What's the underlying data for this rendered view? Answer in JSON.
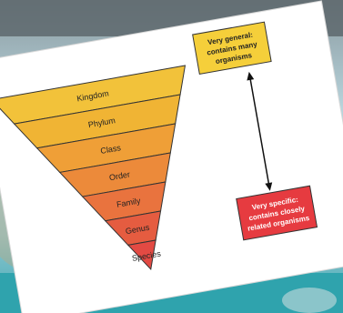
{
  "diagram": {
    "levels": [
      {
        "label": "Kingdom",
        "color": "#f2c23a"
      },
      {
        "label": "Phylum",
        "color": "#f0b434"
      },
      {
        "label": "Class",
        "color": "#ef9f37"
      },
      {
        "label": "Order",
        "color": "#ec8a3a"
      },
      {
        "label": "Family",
        "color": "#e9733e"
      },
      {
        "label": "Genus",
        "color": "#e55c40"
      },
      {
        "label": "Species",
        "color": "#e34a43"
      }
    ],
    "general_box": {
      "lines": [
        "Very general:",
        "contains many",
        "organisms"
      ],
      "color": "#f5cf3a"
    },
    "specific_box": {
      "lines": [
        "Very specific:",
        "contains closely",
        "related organisms"
      ],
      "color": "#e63b40"
    }
  }
}
